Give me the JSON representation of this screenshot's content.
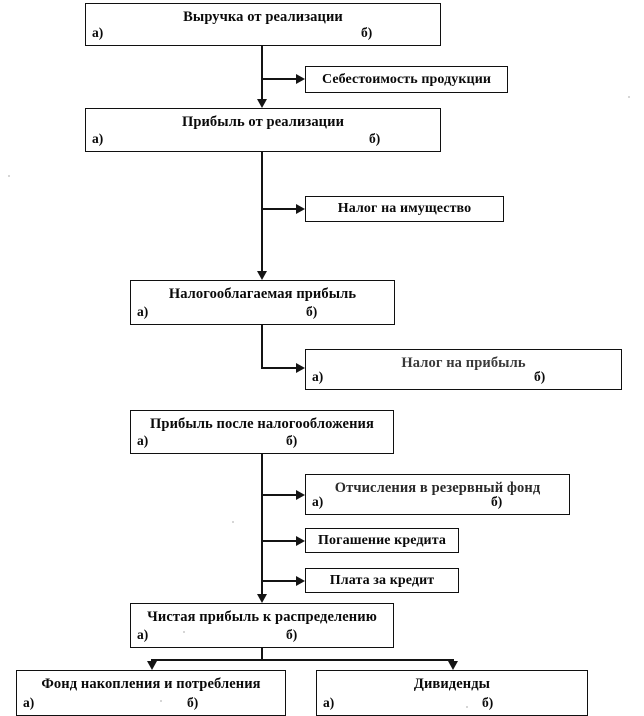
{
  "diagram": {
    "labels": {
      "a": "а)",
      "b": "б)"
    },
    "nodes": [
      {
        "id": "revenue",
        "title": "Выручка от реализации",
        "a": "а)",
        "b": "б)"
      },
      {
        "id": "cost",
        "title": "Себестоимость продукции"
      },
      {
        "id": "sales-profit",
        "title": "Прибыль от реализации",
        "a": "а)",
        "b": "б)"
      },
      {
        "id": "property-tax",
        "title": "Налог на имущество"
      },
      {
        "id": "taxable-profit",
        "title": "Налогооблагаемая прибыль",
        "a": "а)",
        "b": "б)"
      },
      {
        "id": "profit-tax",
        "title": "Налог на прибыль",
        "a": "а)",
        "b": "б)"
      },
      {
        "id": "after-tax",
        "title": "Прибыль после налогообложения",
        "a": "а)",
        "b": "б)"
      },
      {
        "id": "reserve-fund",
        "title": "Отчисления в резервный фонд",
        "a": "а)",
        "b": "б)"
      },
      {
        "id": "loan-repay",
        "title": "Погашение кредита"
      },
      {
        "id": "loan-fee",
        "title": "Плата за кредит"
      },
      {
        "id": "net-profit",
        "title": "Чистая прибыль к распределению",
        "a": "а)",
        "b": "б)"
      },
      {
        "id": "accum-fund",
        "title": "Фонд накопления и потребления",
        "a": "а)",
        "b": "б)"
      },
      {
        "id": "dividends",
        "title": "Дивиденды",
        "a": "а)",
        "b": "б)"
      }
    ]
  }
}
